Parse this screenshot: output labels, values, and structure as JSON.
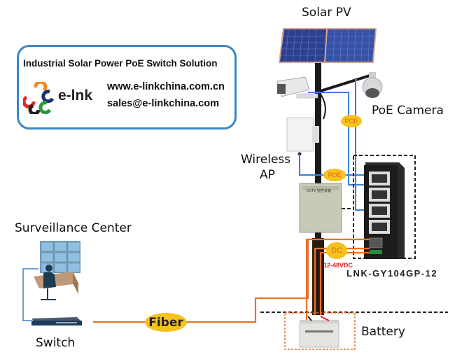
{
  "title": "Industrial Solar Power PoE Switch Solution",
  "brand": {
    "logo_text": "e-lnk",
    "website": "www.e-linkchina.com.cn",
    "email": "sales@e-linkchina.com",
    "logo_colors": [
      "#e8262a",
      "#f08a24",
      "#1c2f7a",
      "#2a9a3c",
      "#222222"
    ]
  },
  "components": {
    "solar_pv": "Solar PV",
    "poe_camera": "PoE Camera",
    "wireless_ap": [
      "Wireless",
      "AP"
    ],
    "surveillance_center": "Surveillance Center",
    "switch": "Switch",
    "battery": "Battery",
    "cctv_box_label": "CCTV 监控设备"
  },
  "connections": {
    "poe_badge_1": "POE",
    "poe_badge_2": "POE",
    "dc_badge": "DC",
    "voltage": "12-48VDC",
    "fiber_badge": "Fiber"
  },
  "device": {
    "model": "LNK-GY104GP-12"
  },
  "colors": {
    "poe_line": "#3b7fd6",
    "fiber_line": "#ec6f2a",
    "badge_fill": "#f6c21c",
    "badge_text": "#e36a1c",
    "box_border": "#3b86c6",
    "voltage_text": "#e02020"
  }
}
